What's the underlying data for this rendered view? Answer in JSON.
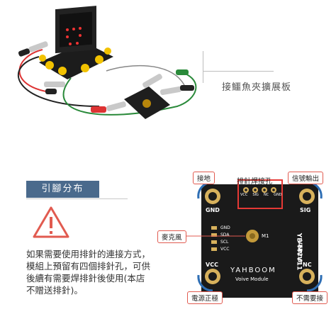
{
  "top": {
    "caption": "接鱷魚夾擴展板"
  },
  "pins": {
    "banner": "引腳分布",
    "note": "如果需要使用排針的連接方式，\n模組上預留有四個排針孔，可供\n後續有需要焊排針後使用(本店\n不贈送排針)。"
  },
  "module": {
    "callout_gnd": "接地",
    "callout_header": "排針焊接孔",
    "callout_sig": "信號輸出",
    "callout_mic": "麥克風",
    "callout_vcc": "電源正極",
    "callout_nc": "不需要接",
    "pad_gnd": "GND",
    "pad_sig": "SIG",
    "pad_vcc": "VCC",
    "pad_nc": "NC",
    "header_pins": [
      "VCC",
      "SIG",
      "NC",
      "GND"
    ],
    "silk_gnd": "GND",
    "silk_sda": "SDA",
    "silk_scl": "SCL",
    "silk_vcc": "VCC",
    "mic_label": "M1",
    "model": "YB-MVV11",
    "version": "VER1.0",
    "brand": "YAHBOOM",
    "product": "Voive Module"
  }
}
